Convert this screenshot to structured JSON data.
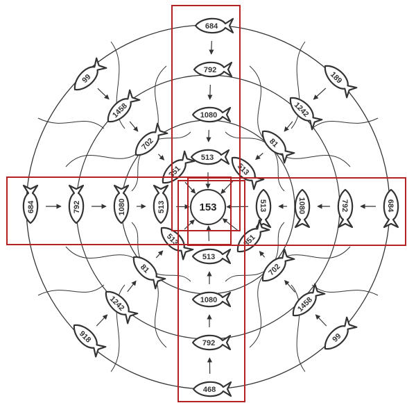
{
  "colors": {
    "ink": "#333333",
    "fish_fill": "#ffffff",
    "highlight": "#b22222",
    "background": "#ffffff"
  },
  "center": {
    "label": "153"
  },
  "fish": [
    {
      "id": "top-1",
      "label": "684",
      "icon": "fish-icon"
    },
    {
      "id": "top-2",
      "label": "792",
      "icon": "fish-icon"
    },
    {
      "id": "top-3",
      "label": "1080",
      "icon": "fish-icon"
    },
    {
      "id": "top-4",
      "label": "513",
      "icon": "fish-icon"
    },
    {
      "id": "left-1",
      "label": "684",
      "icon": "fish-icon"
    },
    {
      "id": "left-2",
      "label": "792",
      "icon": "fish-icon"
    },
    {
      "id": "left-3",
      "label": "1080",
      "icon": "fish-icon"
    },
    {
      "id": "left-4",
      "label": "513",
      "icon": "fish-icon"
    },
    {
      "id": "right-1",
      "label": "684",
      "icon": "fish-icon"
    },
    {
      "id": "right-2",
      "label": "792",
      "icon": "fish-icon"
    },
    {
      "id": "right-3",
      "label": "1080",
      "icon": "fish-icon"
    },
    {
      "id": "right-4",
      "label": "513",
      "icon": "fish-icon"
    },
    {
      "id": "bottom-1",
      "label": "468",
      "icon": "fish-icon"
    },
    {
      "id": "bottom-2",
      "label": "792",
      "icon": "fish-icon"
    },
    {
      "id": "bottom-3",
      "label": "1080",
      "icon": "fish-icon"
    },
    {
      "id": "bottom-4",
      "label": "513",
      "icon": "fish-icon"
    },
    {
      "id": "ul-1",
      "label": "99",
      "icon": "fish-icon"
    },
    {
      "id": "ul-2",
      "label": "1458",
      "icon": "fish-icon"
    },
    {
      "id": "ul-3",
      "label": "702",
      "icon": "fish-icon"
    },
    {
      "id": "ul-4",
      "label": "351",
      "icon": "fish-icon"
    },
    {
      "id": "ur-1",
      "label": "189",
      "icon": "fish-icon"
    },
    {
      "id": "ur-2",
      "label": "1242",
      "icon": "fish-icon"
    },
    {
      "id": "ur-3",
      "label": "81",
      "icon": "fish-icon"
    },
    {
      "id": "ur-4",
      "label": "513",
      "icon": "fish-icon"
    },
    {
      "id": "ll-1",
      "label": "918",
      "icon": "fish-icon"
    },
    {
      "id": "ll-2",
      "label": "1242",
      "icon": "fish-icon"
    },
    {
      "id": "ll-3",
      "label": "81",
      "icon": "fish-icon"
    },
    {
      "id": "ll-4",
      "label": "513",
      "icon": "fish-icon"
    },
    {
      "id": "lr-1",
      "label": "99",
      "icon": "fish-icon"
    },
    {
      "id": "lr-2",
      "label": "1458",
      "icon": "fish-icon"
    },
    {
      "id": "lr-3",
      "label": "702",
      "icon": "fish-icon"
    },
    {
      "id": "lr-4",
      "label": "351",
      "icon": "fish-icon"
    }
  ]
}
